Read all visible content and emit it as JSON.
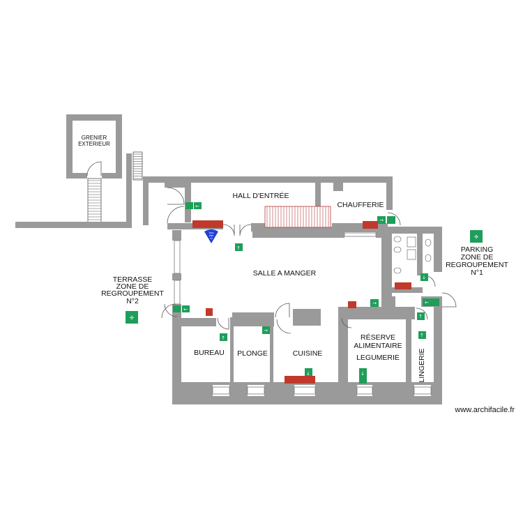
{
  "rooms": {
    "grenier": [
      "GRENIER",
      "EXTERIEUR"
    ],
    "hall": "HALL D'ENTRÉE",
    "chaufferie": "CHAUFFERIE",
    "salle": "SALLE A MANGER",
    "bureau": "BUREAU",
    "plonge": "PLONGE",
    "cuisine": "CUISINE",
    "reserve": [
      "RÉSERVE",
      "ALIMENTAIRE",
      "LEGUMERIE"
    ],
    "lingerie": "LINGERIE"
  },
  "zones": {
    "terrasse": [
      "TERRASSE",
      "ZONE DE",
      "REGROUPEMENT",
      "N°2"
    ],
    "parking": [
      "PARKING",
      "ZONE DE",
      "REGROUPEMENT",
      "N°1"
    ]
  },
  "marker": [
    "Vous",
    "êtes",
    "ici"
  ],
  "watermark": "www.archifacile.fr",
  "colors": {
    "wall": "#9a9a9a",
    "safety_sign": "#1e9e5a",
    "fire_sign": "#c0392b",
    "location_marker": "#1f3fd6"
  },
  "icons": [
    "emergency-exit-icon",
    "exit-arrow-icon",
    "fire-equipment-icon",
    "assembly-point-icon",
    "you-are-here-icon",
    "stair-icon",
    "toilet-icon"
  ]
}
